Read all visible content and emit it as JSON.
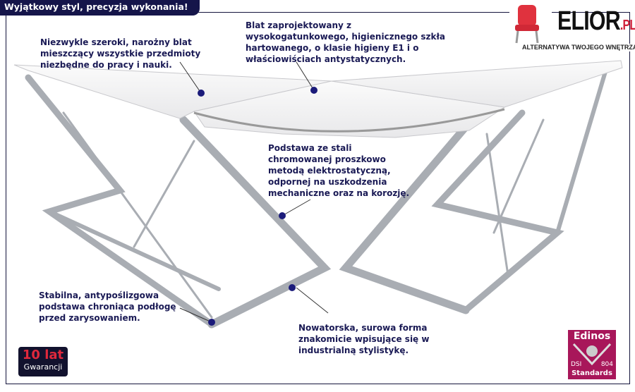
{
  "header": {
    "tagline": "Wyjątkowy styl, precyzja wykonania!"
  },
  "brand": {
    "name": "ELIOR",
    "suffix": ".PL",
    "tagline": "ALTERNATYWA TWOJEGO WNĘTRZA"
  },
  "annotations": {
    "top_left": [
      "Niezwykle szeroki, narożny blat",
      "mieszczący wszystkie przedmioty",
      "niezbędne do pracy i nauki."
    ],
    "top_center": [
      "Blat zaprojektowany z",
      "wysokogatunkowego, higienicznego szkła",
      "hartowanego, o klasie higieny E1 i o",
      "właściowiściach antystatycznych."
    ],
    "middle": [
      "Podstawa ze stali",
      "chromowanej proszkowo",
      "metodą elektrostatyczną,",
      "odpornej na uszkodzenia",
      "mechaniczne oraz na korozję."
    ],
    "bottom_left": [
      "Stabilna, antypoślizgowa",
      "podstawa chroniąca podłogę",
      "przed zarysowaniem."
    ],
    "bottom_center": [
      "Nowatorska, surowa forma",
      "znakomicie wpisujące się w",
      "industrialną stylistykę."
    ]
  },
  "badges": {
    "warranty": {
      "years": "10 lat",
      "label": "Gwarancji"
    },
    "edinos": {
      "title": "Edinos",
      "left": "DSI",
      "right": "804",
      "bottom": "Standards"
    }
  },
  "colors": {
    "navy": "#15154a",
    "text": "#1a1a55",
    "dot": "#1b1b7a",
    "edinos": "#a8175a",
    "accent": "#e0283c"
  }
}
